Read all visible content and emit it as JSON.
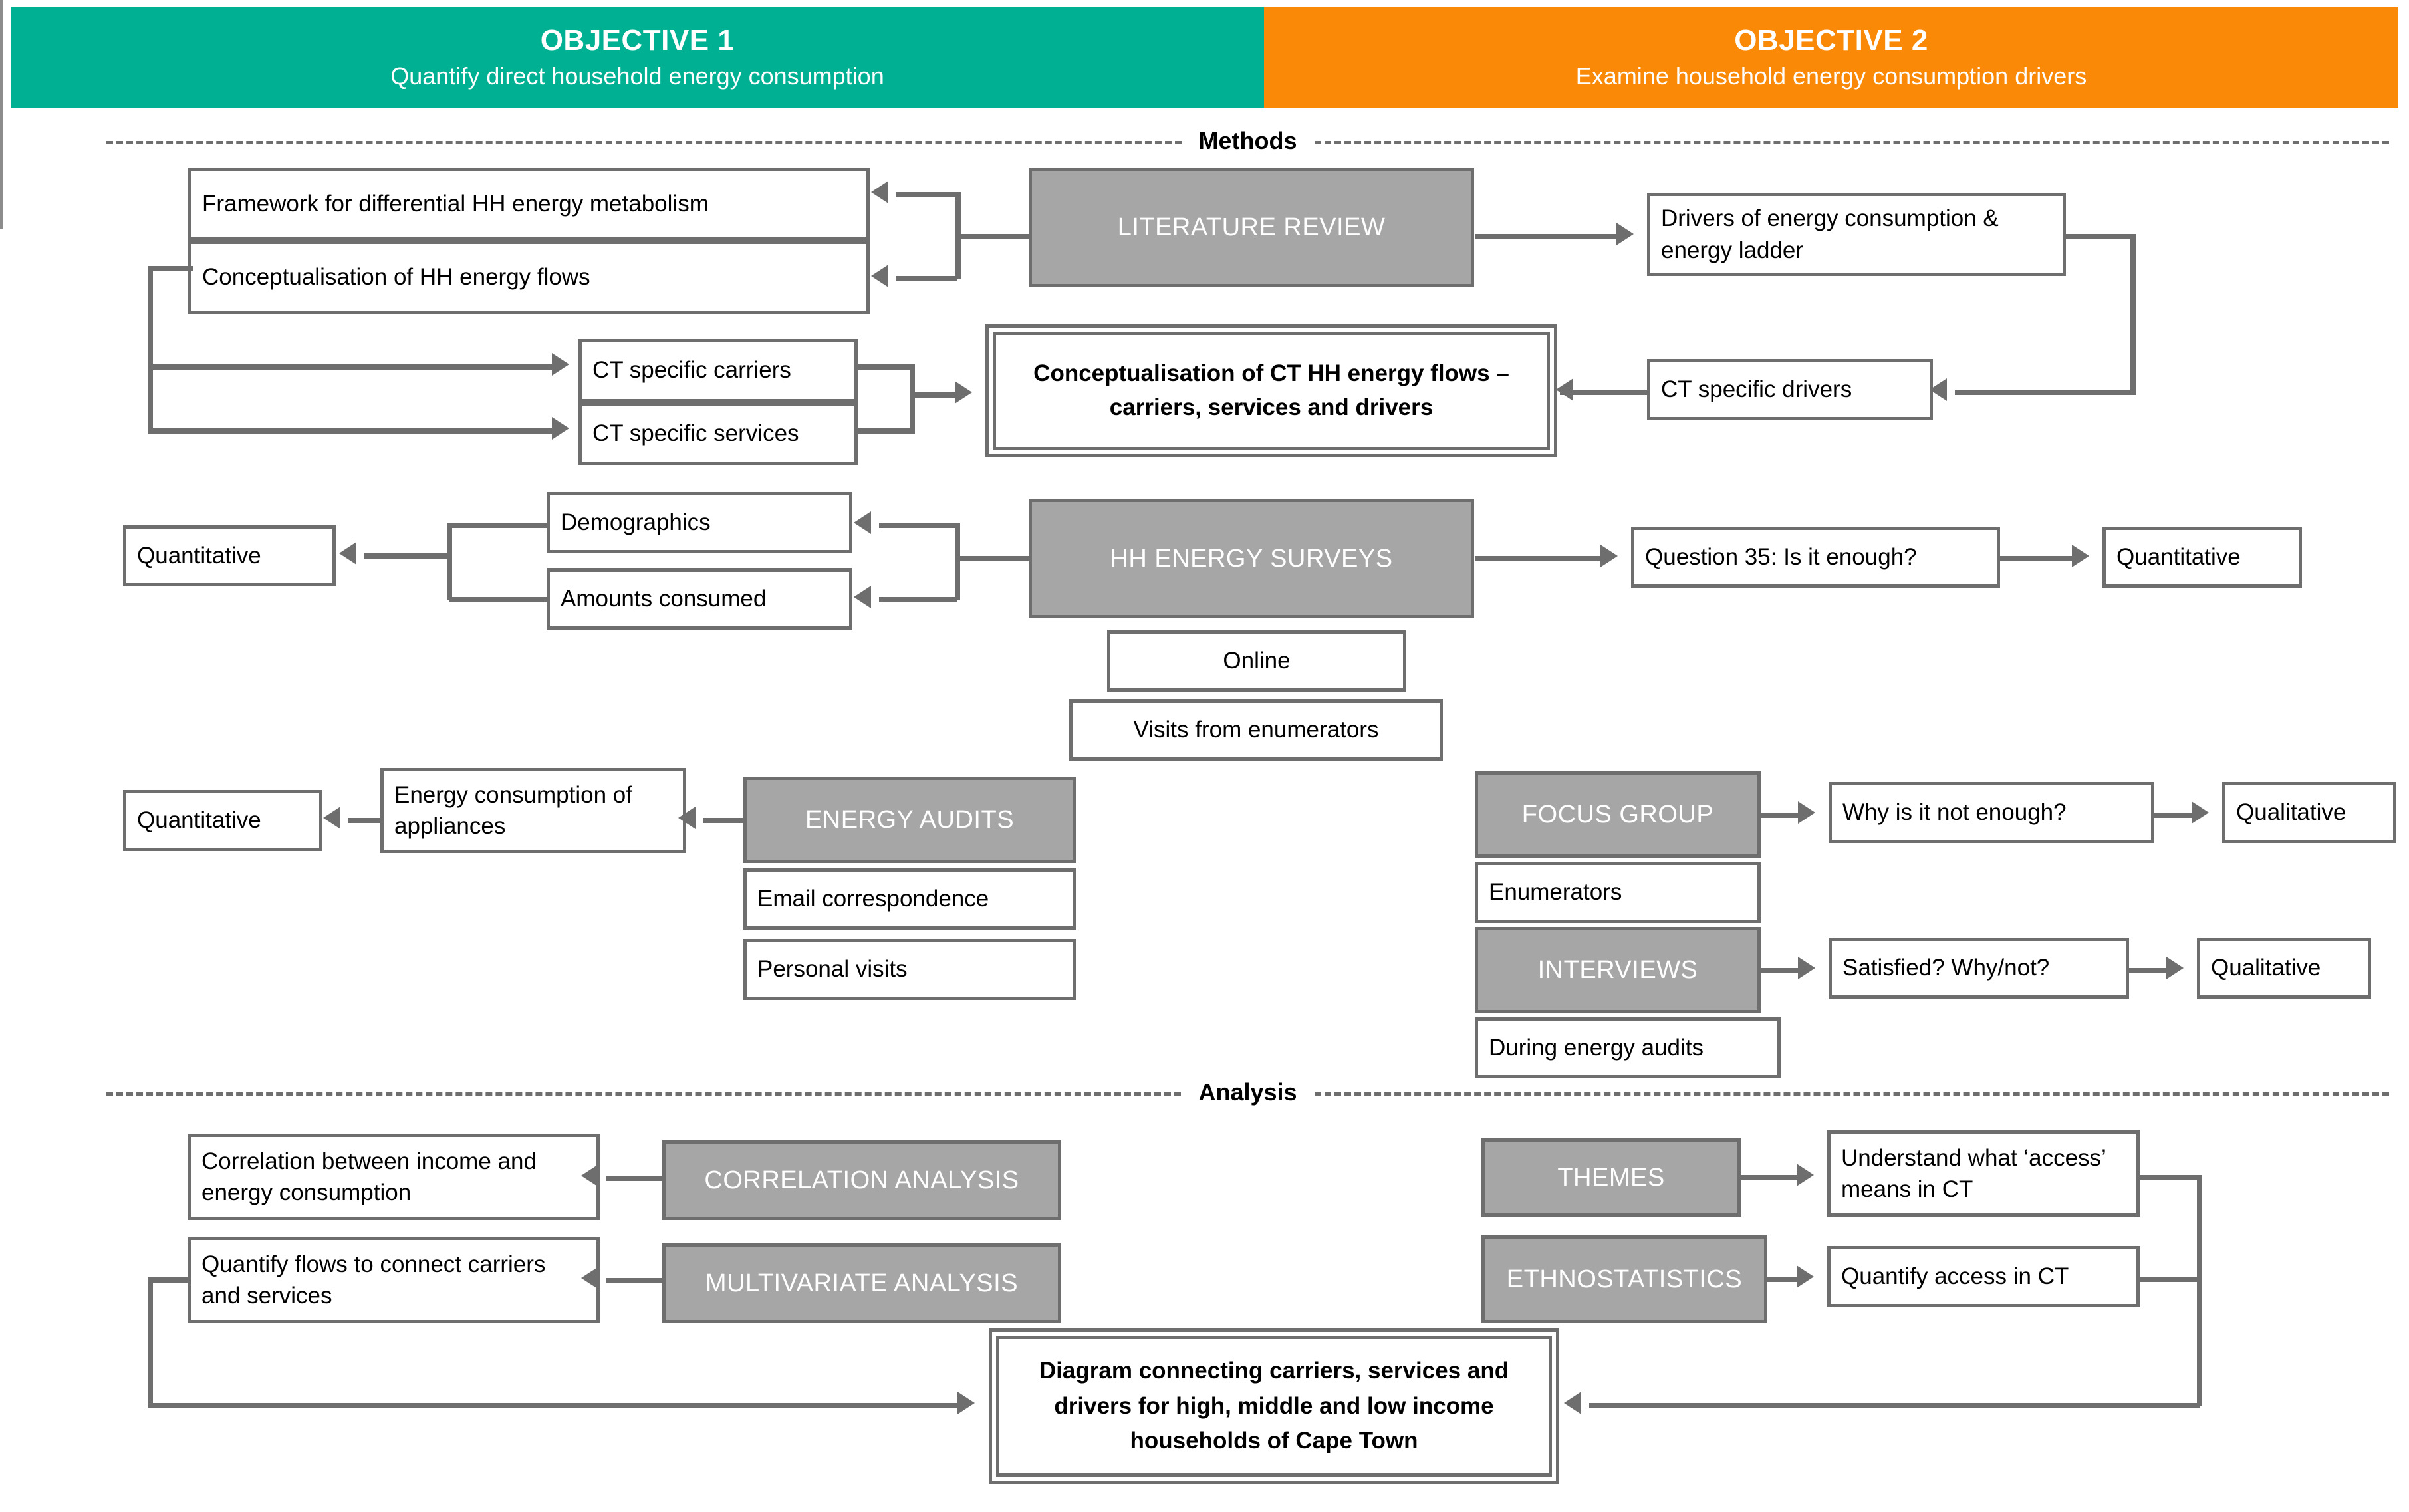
{
  "banners": {
    "obj1": {
      "title": "OBJECTIVE 1",
      "subtitle": "Quantify direct household energy consumption",
      "color": "#00b093"
    },
    "obj2": {
      "title": "OBJECTIVE 2",
      "subtitle": "Examine household energy consumption drivers",
      "color": "#f98907"
    }
  },
  "dividers": {
    "methods": "Methods",
    "analysis": "Analysis"
  },
  "methods": {
    "literature_review": "LITERATURE REVIEW",
    "framework": "Framework for differential HH energy metabolism",
    "conceptualisation_hh": "Conceptualisation of HH energy flows",
    "ct_carriers": "CT specific carriers",
    "ct_services": "CT specific services",
    "ct_concept": "Conceptualisation of CT HH energy flows – carriers, services and drivers",
    "drivers_energy": "Drivers of energy consumption & energy ladder",
    "ct_drivers": "CT specific drivers",
    "hh_energy_surveys": "HH ENERGY SURVEYS",
    "demographics": "Demographics",
    "amounts_consumed": "Amounts consumed",
    "quantitative_surveys": "Quantitative",
    "online": "Online",
    "visits_enumerators": "Visits from enumerators",
    "question35": "Question 35: Is it enough?",
    "quantitative_q35": "Quantitative",
    "energy_audits": "ENERGY AUDITS",
    "energy_consumption_appliances": "Energy consumption of appliances",
    "quantitative_audits": "Quantitative",
    "email_correspondence": "Email correspondence",
    "personal_visits": "Personal visits",
    "focus_group": "FOCUS GROUP",
    "why_not_enough": "Why is it not enough?",
    "qualitative_focus": "Qualitative",
    "enumerators": "Enumerators",
    "interviews": "INTERVIEWS",
    "satisfied": "Satisfied? Why/not?",
    "qualitative_interviews": "Qualitative",
    "during_energy_audits": "During energy audits"
  },
  "analysis": {
    "correlation_analysis": "CORRELATION ANALYSIS",
    "correlation_result": "Correlation between income and energy consumption",
    "multivariate_analysis": "MULTIVARIATE  ANALYSIS",
    "multivariate_result": "Quantify flows to connect carriers and services",
    "themes": "THEMES",
    "themes_result": "Understand what ‘access’ means in CT",
    "ethnostatistics": "ETHNOSTATISTICS",
    "ethnostatistics_result": "Quantify access in CT",
    "final_diagram": "Diagram connecting carriers, services and drivers for high, middle and low income households of Cape Town"
  },
  "palette": {
    "grey_fill": "#a6a6a6",
    "line": "#6e6e6e",
    "teal": "#00b093",
    "orange": "#f98907"
  }
}
